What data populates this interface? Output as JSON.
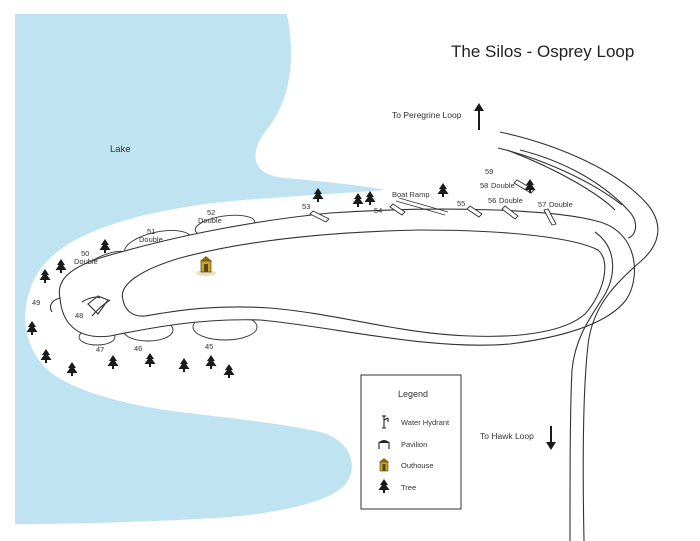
{
  "title": "The Silos - Osprey Loop",
  "lake_label": "Lake",
  "directions": {
    "peregrine": "To Peregrine Loop",
    "hawk": "To Hawk Loop"
  },
  "sites": {
    "s45": "45",
    "s46": "46",
    "s47": "47",
    "s48": "48",
    "s49": "49",
    "s50": "50",
    "s51": "51",
    "s52": "52",
    "s53": "53",
    "s54": "54",
    "s55": "55",
    "s56": "56",
    "s57": "57",
    "s58": "58",
    "s59": "59",
    "double": "Double"
  },
  "boat_ramp": "Boat Ramp",
  "legend": {
    "title": "Legend",
    "items": [
      {
        "label": "Water Hydrant",
        "icon": "water-hydrant-icon"
      },
      {
        "label": "Pavilion",
        "icon": "pavilion-icon"
      },
      {
        "label": "Outhouse",
        "icon": "outhouse-icon"
      },
      {
        "label": "Tree",
        "icon": "tree-icon"
      }
    ]
  },
  "colors": {
    "lake": "#bfe3f1",
    "road": "#333333",
    "tree": "#1a1a1a",
    "outhouse": "#c9a227"
  }
}
